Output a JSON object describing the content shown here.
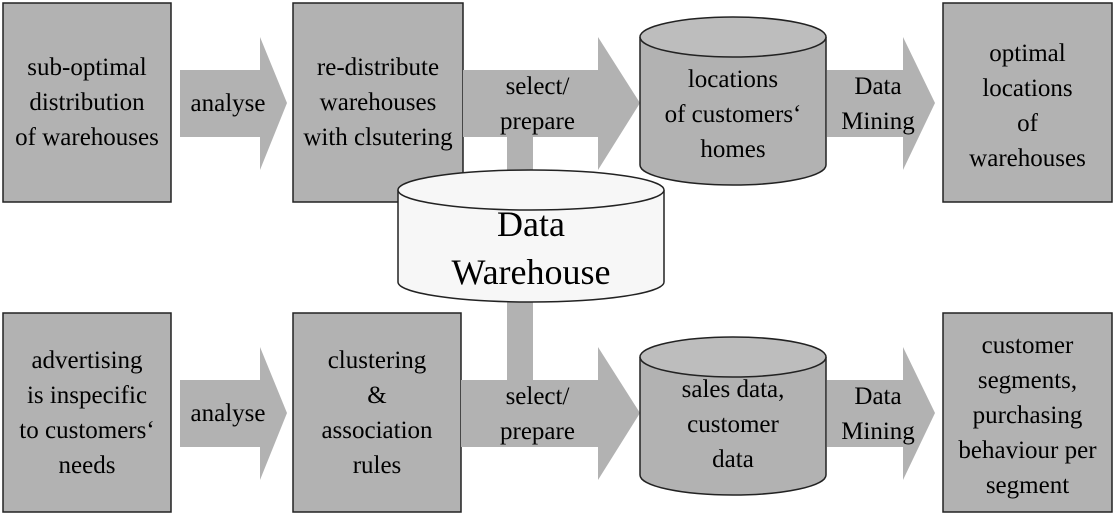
{
  "colors": {
    "shape_fill": "#b2b2b2",
    "arrow_fill": "#b2b2b2",
    "warehouse_fill": "#f7f7f7",
    "stroke": "#222222"
  },
  "central": {
    "label": "Data\nWarehouse"
  },
  "rows": [
    {
      "problem": "sub-optimal\ndistribution\nof warehouses",
      "step1": "analyse",
      "method": "re-distribute\nwarehouses\nwith clsutering",
      "step2": "select/\nprepare",
      "dataset": "locations\nof customers‘\nhomes",
      "step3": "Data\nMining",
      "result": "optimal\nlocations\nof\nwarehouses"
    },
    {
      "problem": "advertising\nis inspecific\nto customers‘\nneeds",
      "step1": "analyse",
      "method": "clustering\n&\nassociation\nrules",
      "step2": "select/\nprepare",
      "dataset": "sales data,\ncustomer\ndata",
      "step3": "Data\nMining",
      "result": "customer\nsegments,\npurchasing\nbehaviour per\nsegment"
    }
  ]
}
